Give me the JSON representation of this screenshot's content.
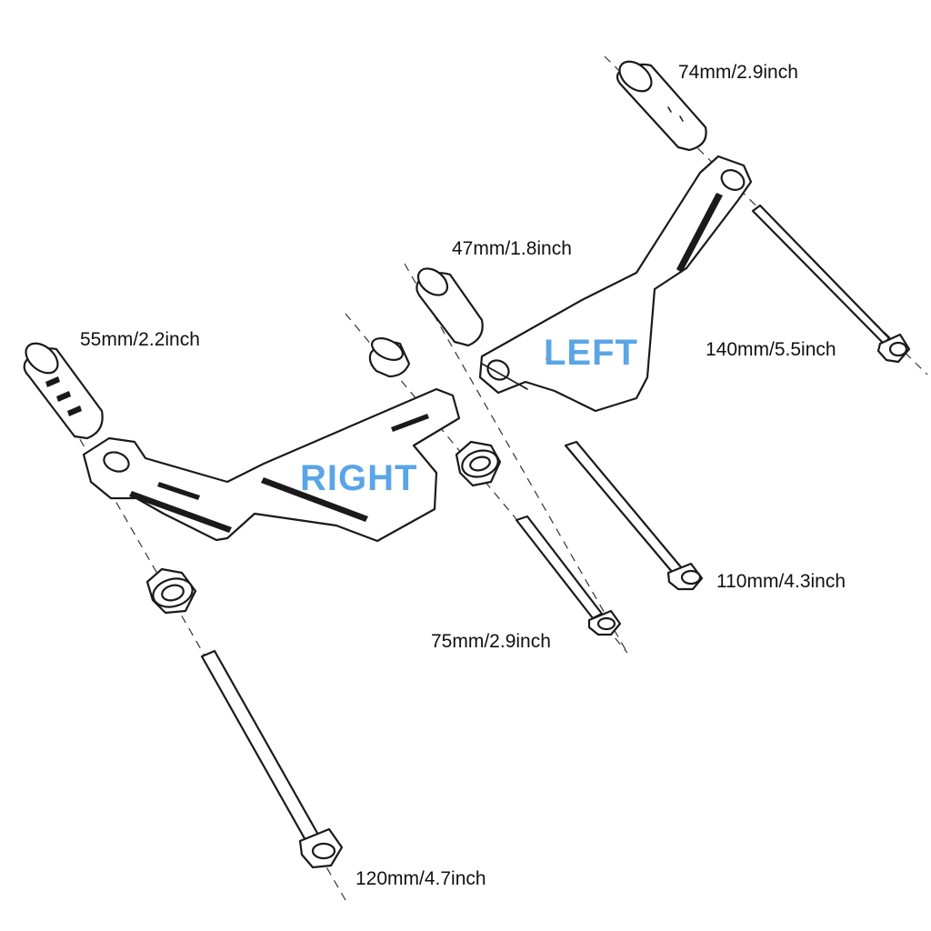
{
  "colors": {
    "side_label": "#5aa5e6",
    "line": "#1a1a1a"
  },
  "side_labels": {
    "right": "RIGHT",
    "left": "LEFT"
  },
  "dimensions": {
    "spacer_74": "74mm/2.9inch",
    "spacer_47": "47mm/1.8inch",
    "spacer_55": "55mm/2.2inch",
    "bolt_140": "140mm/5.5inch",
    "bolt_110": "110mm/4.3inch",
    "bolt_75": "75mm/2.9inch",
    "bolt_120": "120mm/4.7inch"
  }
}
